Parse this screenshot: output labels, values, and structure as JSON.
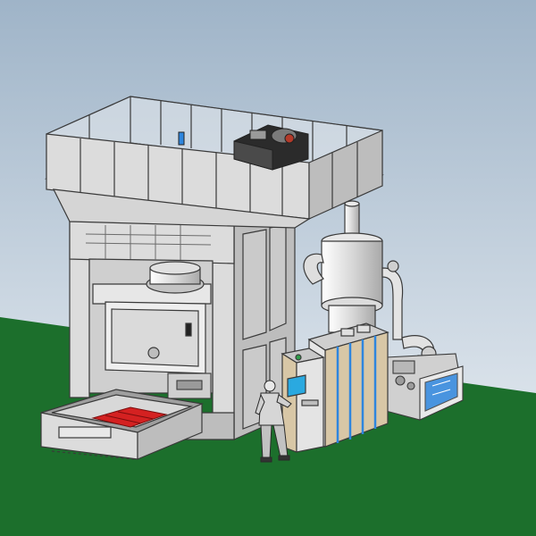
{
  "scene": {
    "kind": "isometric CAD illustration of an industrial forging press cell",
    "colors": {
      "sky_top": "#9fb4c8",
      "sky_bottom": "#eef2f6",
      "floor": "#1c6f2c",
      "floor_dark": "#155a23",
      "frame": "#dcdcdc",
      "frame_shade": "#bdbdbd",
      "frame_dark": "#8f8f8f",
      "outline": "#3a3a3a",
      "glass": "#e3e7ea",
      "hot_metal": "#d42121",
      "panel_blue": "#2e86de",
      "cabinet_tan": "#d8c7a6",
      "screen": "#2aa9e0"
    },
    "components": [
      "top-walkway-railing",
      "drive-motor-unit",
      "press-frame",
      "ram-slide",
      "press-door",
      "die-tray",
      "heated-billet",
      "control-panel",
      "electrical-cabinet",
      "exhaust-column",
      "robot-arm",
      "hydraulic-unit",
      "operator"
    ]
  }
}
